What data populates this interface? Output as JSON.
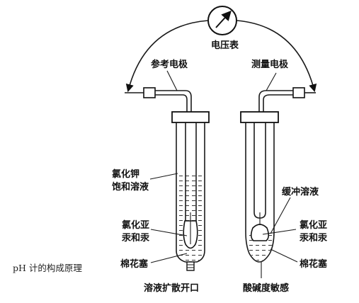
{
  "labels": {
    "voltmeter": "电压表",
    "reference_electrode": "参考电极",
    "measuring_electrode": "测量电极",
    "kcl_saturated_line1": "氯化钾",
    "kcl_saturated_line2": "饱和溶液",
    "calomel_left_line1": "氯化亚",
    "calomel_left_line2": "汞和汞",
    "cotton_plug_left": "棉花塞",
    "diffusion_opening": "溶液扩散开口",
    "buffer_solution": "缓冲溶液",
    "calomel_right_line1": "氯化亚",
    "calomel_right_line2": "汞和汞",
    "cotton_plug_right": "棉花塞",
    "acid_base_membrane": "酸碱度敏感",
    "caption": "pH 计的构成原理"
  }
}
